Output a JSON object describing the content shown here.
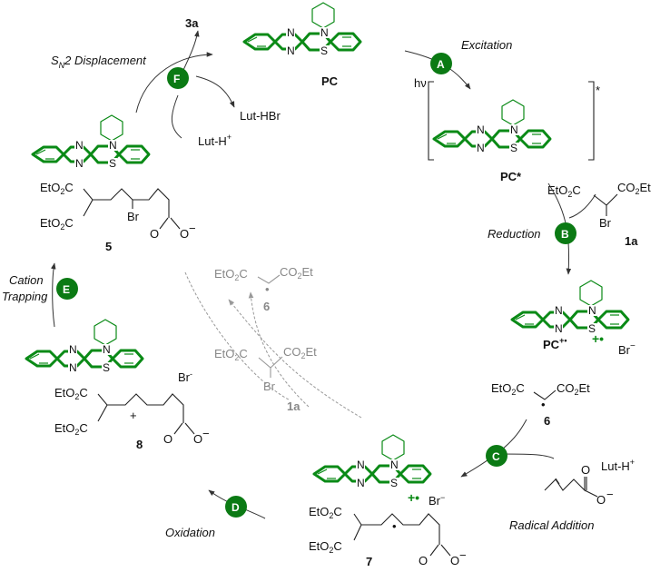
{
  "colors": {
    "green": "#0a8a16",
    "dark_green": "#0b7a14",
    "black": "#111111",
    "grey": "#888888"
  },
  "steps": [
    {
      "letter": "A",
      "label": "Excitation"
    },
    {
      "letter": "B",
      "label": "Reduction"
    },
    {
      "letter": "C",
      "label": "Radical Addition"
    },
    {
      "letter": "D",
      "label": "Oxidation"
    },
    {
      "letter": "E",
      "label_line1": "Cation",
      "label_line2": "Trapping"
    },
    {
      "letter": "F",
      "label_main": "S",
      "label_sub": "N",
      "label_rest": "2 Displacement"
    }
  ],
  "atoms": {
    "N": "N",
    "S": "S"
  },
  "species": {
    "pc": "PC",
    "pc_star": "PC*",
    "pc_rc_main": "PC",
    "pc_rc_sup": "+•",
    "product_3a": "3a",
    "bromomalonate_1a": "1a",
    "radical_6": "6",
    "int_7": "7",
    "int_8": "8",
    "int_5": "5"
  },
  "reagents": {
    "hv": "hν",
    "star": "*",
    "lut_hbr": "Lut-HBr",
    "lut_h_main": "Lut-H",
    "lut_h_sup": "+",
    "br_minus_main": "Br",
    "br_minus_sup": "−",
    "br8": "Br",
    "br8_sup": "-",
    "br7": "Br",
    "br7_sup": "−",
    "plus_dot": "+•",
    "plus": "+"
  },
  "fragments": {
    "eto2c": "EtO",
    "two": "2",
    "c": "C",
    "co2et_a": "CO",
    "co2et_b": "Et",
    "br": "Br",
    "o": "O",
    "o_minus": "O",
    "minus": "−",
    "dot": "•"
  }
}
